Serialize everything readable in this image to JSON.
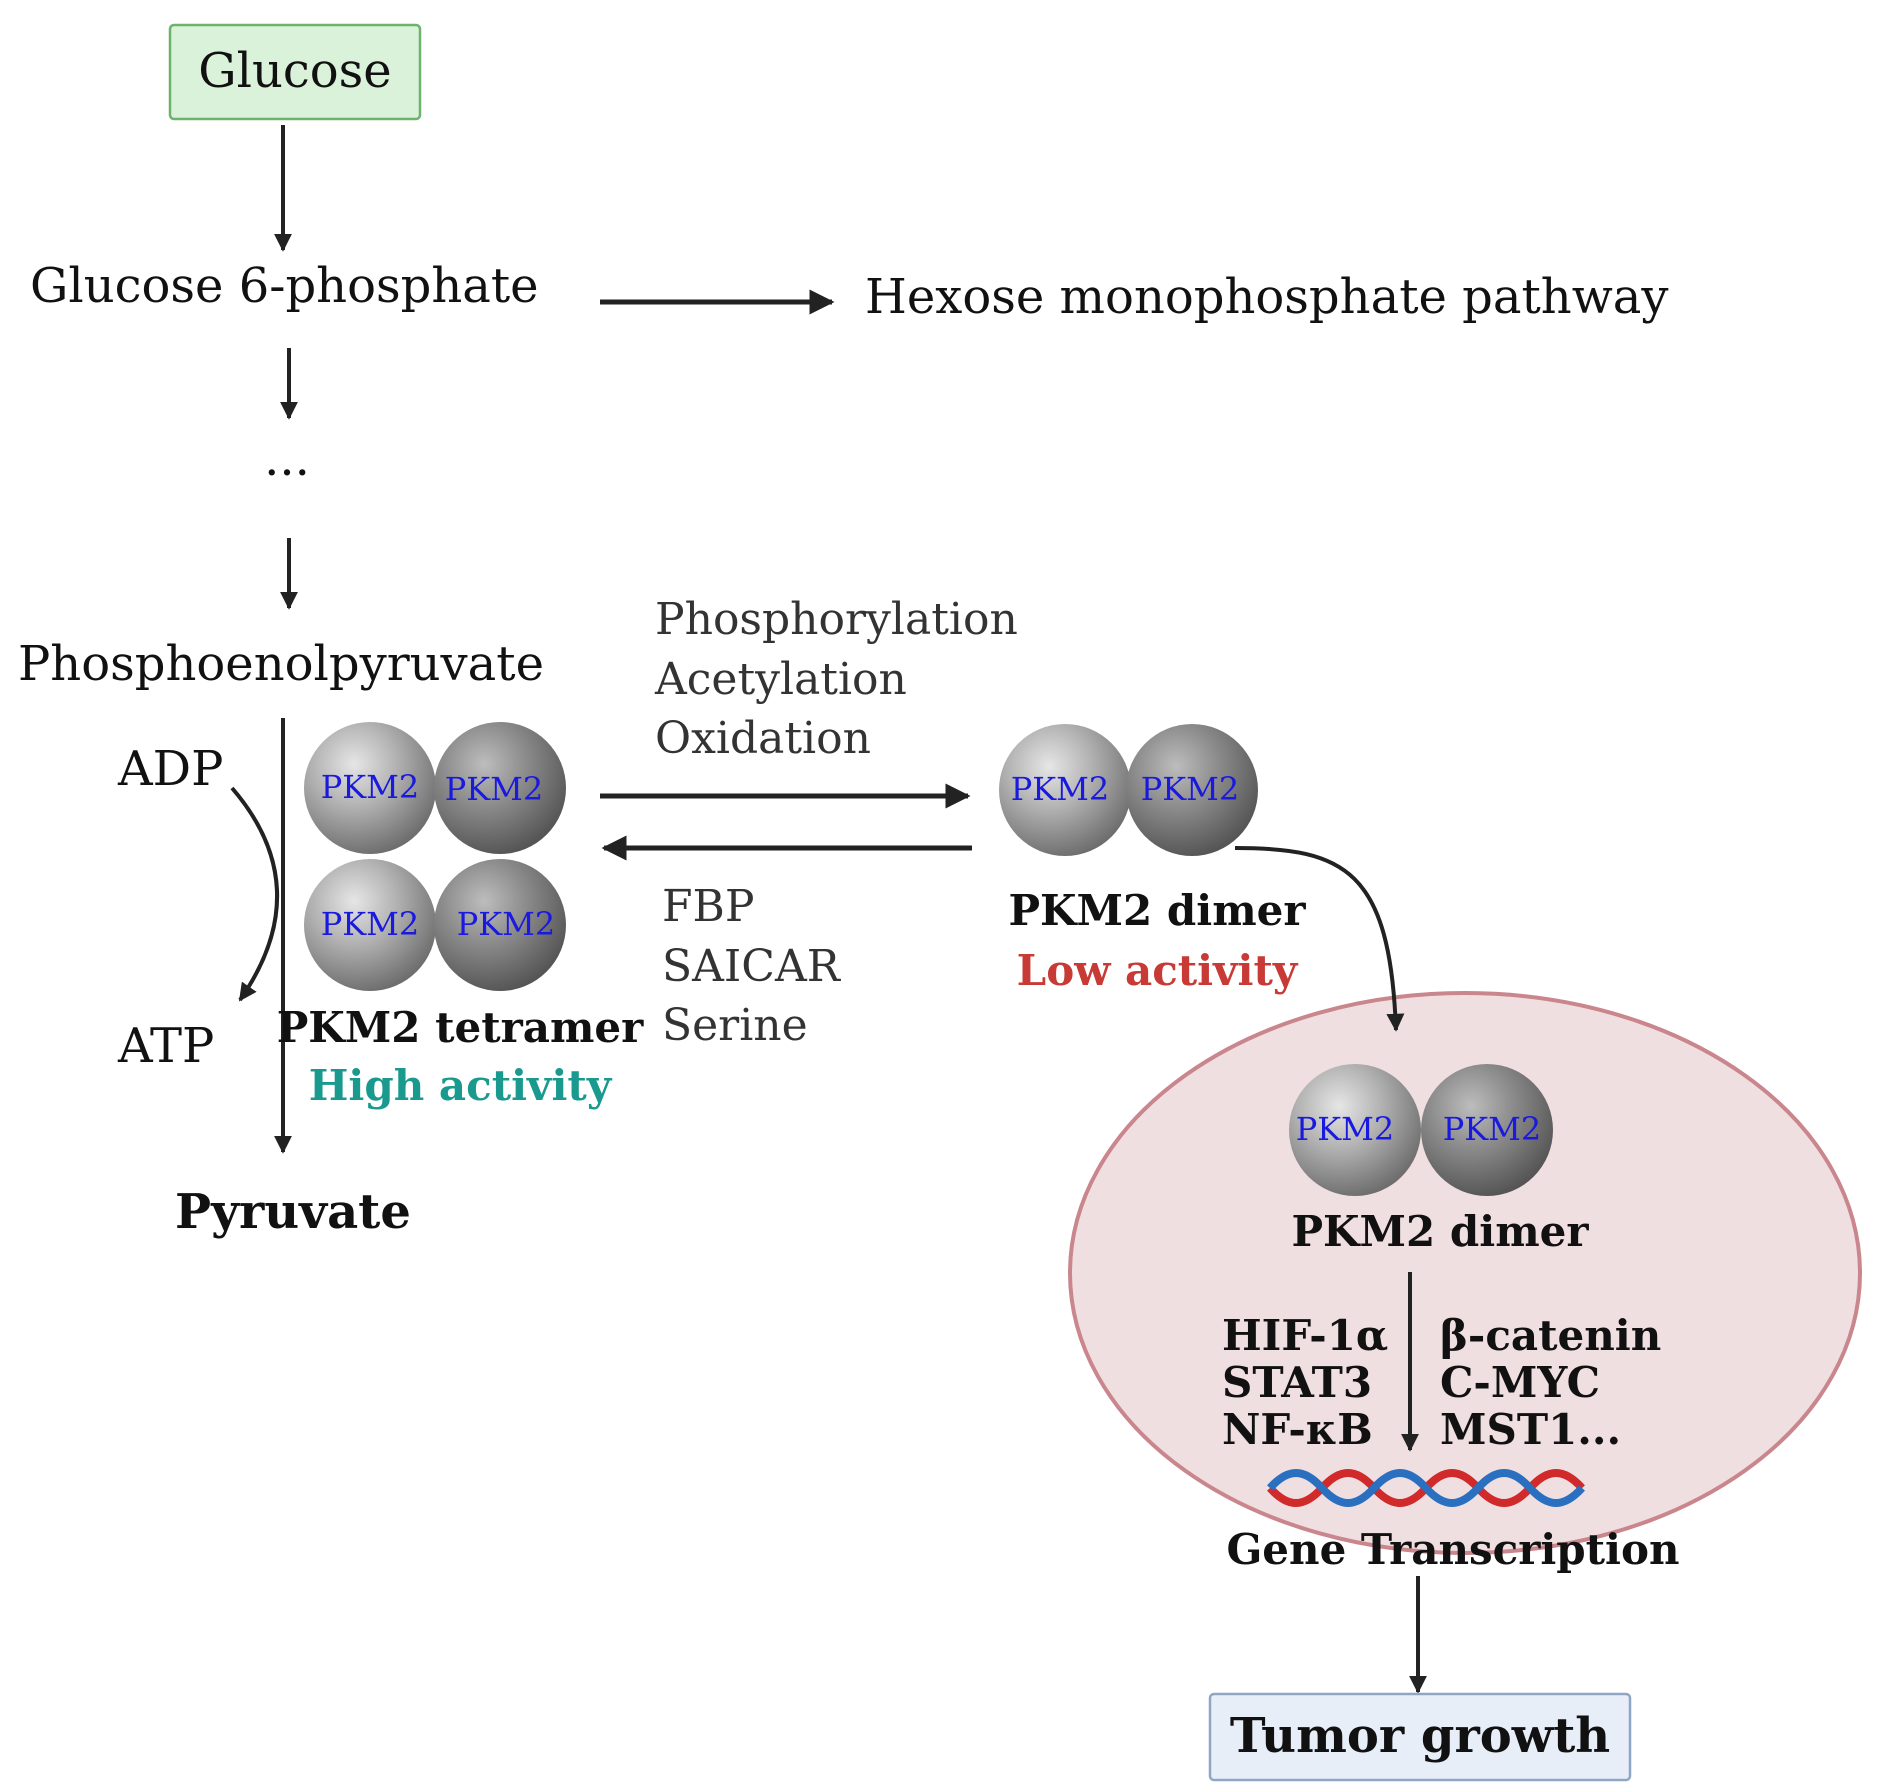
{
  "nodes": {
    "glucose": "Glucose",
    "g6p": "Glucose 6-phosphate",
    "hmp": "Hexose monophosphate pathway",
    "ellipsis": "...",
    "pep": "Phosphoenolpyruvate",
    "adp": "ADP",
    "atp": "ATP",
    "pyruvate": "Pyruvate",
    "tumor": "Tumor growth"
  },
  "pkm2": {
    "subunit": "PKM2",
    "tetramer_label": "PKM2 tetramer",
    "tetramer_activity": "High activity",
    "dimer_label": "PKM2 dimer",
    "dimer_activity": "Low activity",
    "nuclear_dimer_label": "PKM2 dimer"
  },
  "forward_modifications": [
    "Phosphorylation",
    "Acetylation",
    "Oxidation"
  ],
  "reverse_modifications": [
    "FBP",
    "SAICAR",
    "Serine"
  ],
  "nucleus": {
    "factors_left": [
      "HIF-1α",
      "STAT3",
      "NF-κB"
    ],
    "factors_right": [
      "β-catenin",
      "C-MYC",
      "MST1..."
    ],
    "transcription": "Gene Transcription"
  },
  "colors": {
    "glucose_fill": "#d9f2d9",
    "glucose_border": "#6db36d",
    "tumor_fill": "#e8eef8",
    "tumor_border": "#8fa6c4",
    "nucleus_fill": "#f0dfe1",
    "nucleus_border": "#c9868c",
    "high_activity": "#1a9a8f",
    "low_activity": "#c73a36",
    "pkm2_text": "#1a1adf",
    "dna_red": "#d02a2a",
    "dna_blue": "#2a6fc0"
  }
}
